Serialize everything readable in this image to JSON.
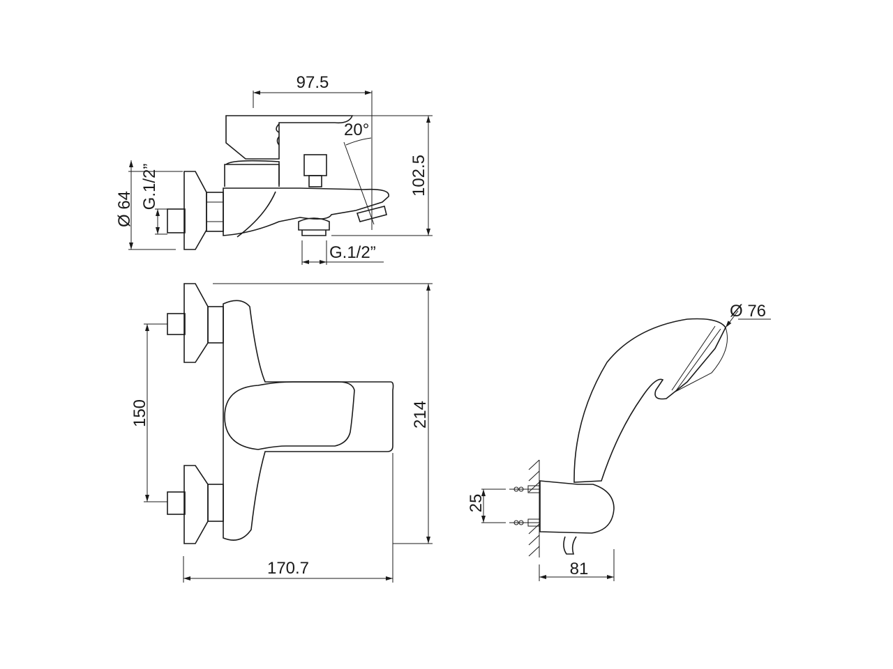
{
  "drawing": {
    "side_view": {
      "width_label": "97.5",
      "height_label": "102.5",
      "angle_label": "20°",
      "flange_diameter_label": "Ø 64",
      "inlet_thread_label": "G.1/2”",
      "outlet_thread_label": "G.1/2”"
    },
    "front_view": {
      "height_label": "214",
      "inlet_spacing_label": "150",
      "width_label": "170.7"
    },
    "hand_shower": {
      "head_diameter_label": "Ø 76",
      "fixing_spacing_label": "25",
      "projection_label": "81"
    }
  }
}
